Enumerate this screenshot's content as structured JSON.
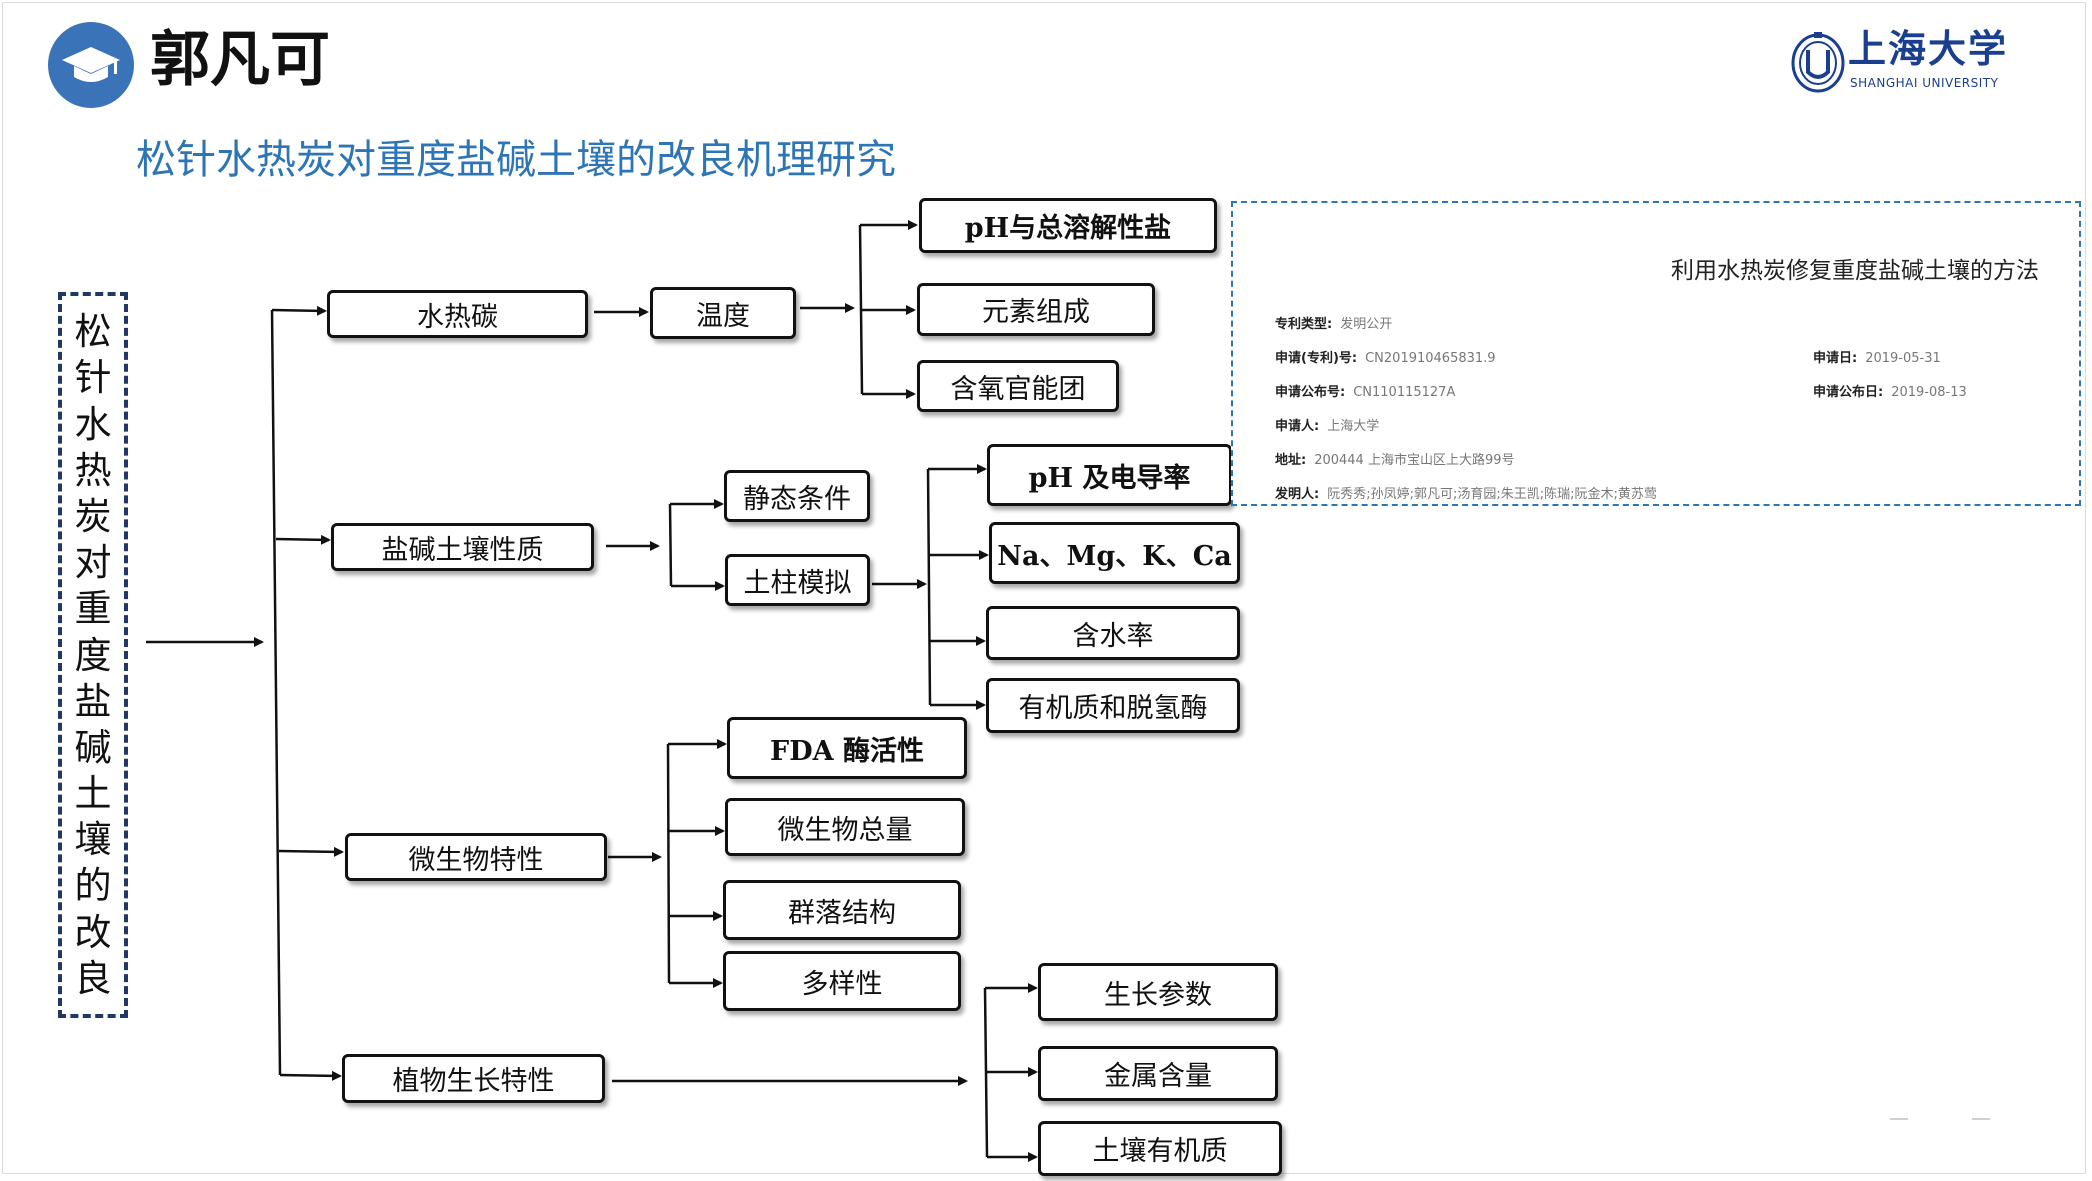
{
  "header": {
    "author": "郭凡可",
    "subtitle": "松针水热炭对重度盐碱土壤的改良机理研究",
    "logo_cn": "上海大学",
    "logo_en": "SHANGHAI UNIVERSITY"
  },
  "vertical_title": [
    "松",
    "针",
    "水",
    "热",
    "炭",
    "对",
    "重",
    "度",
    "盐",
    "碱",
    "土",
    "壤",
    "的",
    "改",
    "良"
  ],
  "diagram": {
    "l1": {
      "hydrochar": "水热碳",
      "soil": "盐碱土壤性质",
      "microbe": "微生物特性",
      "plant": "植物生长特性"
    },
    "l2": {
      "temperature": "温度",
      "static": "静态条件",
      "column": "土柱模拟"
    },
    "l3": {
      "ph_salt": "pH与总溶解性盐",
      "elements": "元素组成",
      "oxygen_groups": "含氧官能团",
      "ph_ec": "pH 及电导率",
      "cations": "Na、Mg、K、Ca",
      "moisture": "含水率",
      "organic_enzyme": "有机质和脱氢酶",
      "fda": "FDA 酶活性",
      "biomass": "微生物总量",
      "community": "群落结构",
      "diversity": "多样性",
      "growth": "生长参数",
      "metal": "金属含量",
      "soil_om": "土壤有机质"
    }
  },
  "patent": {
    "title": "利用水热炭修复重度盐碱土壤的方法",
    "type_label": "专利类型:",
    "type_value": "发明公开",
    "appno_label": "申请(专利)号:",
    "appno_value": "CN201910465831.9",
    "appdate_label": "申请日:",
    "appdate_value": "2019-05-31",
    "pubno_label": "申请公布号:",
    "pubno_value": "CN110115127A",
    "pubdate_label": "申请公布日:",
    "pubdate_value": "2019-08-13",
    "applicant_label": "申请人:",
    "applicant_value": "上海大学",
    "address_label": "地址:",
    "address_value": "200444 上海市宝山区上大路99号",
    "inventor_label": "发明人:",
    "inventor_value": "阮秀秀;孙凤婷;郭凡可;汤育园;朱王凯;陈瑞;阮金木;黄苏莺"
  },
  "colors": {
    "title_blue": "#2e75b6",
    "avatar_blue": "#3a73b8",
    "frame_navy": "#1f3864",
    "logo_blue": "#1b3f8f"
  },
  "icons": [
    "graduation-cap-icon",
    "university-seal-icon"
  ]
}
